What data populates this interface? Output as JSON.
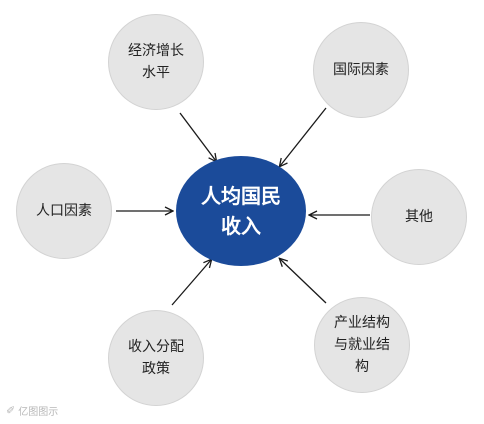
{
  "center": {
    "label": "人均国民\n收入"
  },
  "factors": [
    {
      "id": "economic-growth",
      "label": "经济增长\n水平"
    },
    {
      "id": "international",
      "label": "国际因素"
    },
    {
      "id": "population",
      "label": "人口因素"
    },
    {
      "id": "other",
      "label": "其他"
    },
    {
      "id": "distribution-policy",
      "label": "收入分配\n政策"
    },
    {
      "id": "industrial-structure",
      "label": "产业结构\n与就业结\n构"
    }
  ],
  "watermark": {
    "text": "亿图图示"
  },
  "colors": {
    "center_fill": "#1b4b9a",
    "node_fill": "#e5e5e5",
    "arrow": "#1a1a1a"
  }
}
